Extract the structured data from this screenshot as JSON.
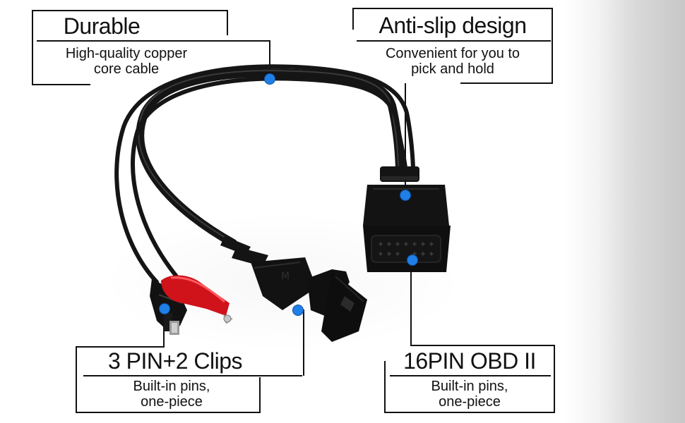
{
  "callouts": {
    "durable": {
      "title": "Durable",
      "description": "High-quality copper\ncore cable"
    },
    "anti_slip": {
      "title": "Anti-slip design",
      "description": "Convenient for you to\npick and hold"
    },
    "three_pin": {
      "title": "3 PIN+2 Clips",
      "description": "Built-in pins,\none-piece"
    },
    "obd": {
      "title": "16PIN OBD II",
      "description": "Built-in pins,\none-piece"
    }
  },
  "colors": {
    "marker_dot": "#1f7fe6",
    "red_clip": "#d0121b",
    "cable": "#111111"
  },
  "product": {
    "icon": "obd-cable-product-photo",
    "plug_marking": "M"
  }
}
